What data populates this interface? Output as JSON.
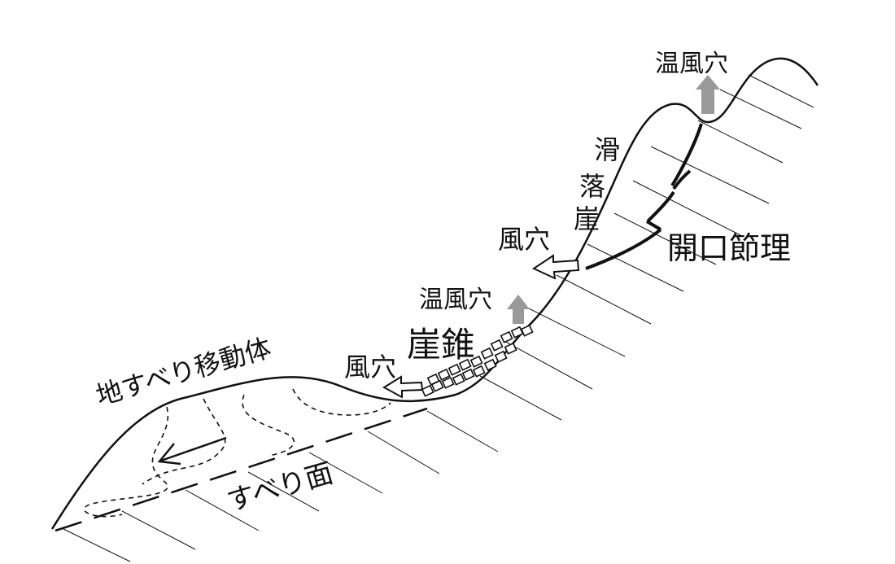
{
  "labels": {
    "hot_wind_hole_top": "温風穴",
    "slide_scarp_1": "滑",
    "slide_scarp_2": "落",
    "slide_scarp_3": "崖",
    "open_joint": "開口節理",
    "wind_hole_upper": "風穴",
    "hot_wind_hole_mid": "温風穴",
    "talus_cone": "崖錐",
    "wind_hole_lower": "風穴",
    "landslide_mass": "地すべり移動体",
    "slip_surface": "すべり面"
  },
  "colors": {
    "line": "#111111",
    "hot_arrow": "#999999",
    "cold_arrow_fill": "#ffffff"
  }
}
